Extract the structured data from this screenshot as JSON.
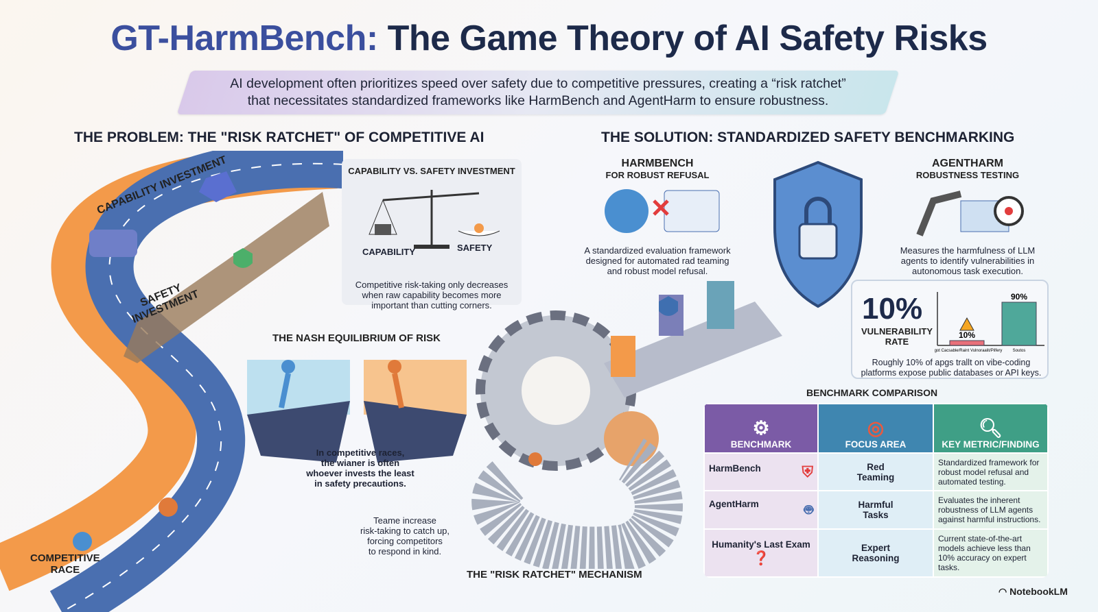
{
  "title": {
    "accent": "GT-HarmBench:",
    "rest": " The Game Theory of AI Safety Risks"
  },
  "subtitle": [
    "AI development often prioritizes speed over safety due to competitive pressures, creating a “risk ratchet”",
    "that necessitates standardized frameworks like HarmBench and AgentHarm to ensure robustness."
  ],
  "problem": {
    "heading": "THE PROBLEM: THE \"RISK RATCHET\" OF COMPETITIVE AI",
    "road_labels": {
      "capability": "CAPABILITY INVESTMENT",
      "safety": "SAFETY INVESTMENT",
      "race": [
        "COMPETITIVE",
        "RACE"
      ]
    },
    "balance_card": {
      "title": "CAPABILITY VS. SAFETY INVESTMENT",
      "left": "CAPABILITY",
      "right": "SAFETY",
      "text": [
        "Competitive risk-taking only decreases",
        "when raw capability becomes more",
        "important than cutting corners."
      ]
    },
    "nash": {
      "title": "THE NASH EQUILIBRIUM OF RISK",
      "text": [
        "In competitive races,",
        "the wianer is often",
        "whoever invests the least",
        "in safety precautions."
      ]
    },
    "ratchet_text": [
      "Teame increase",
      "risk-taking to catch up,",
      "forcing competitors",
      "to respond in kind."
    ],
    "ratchet_label": "THE \"RISK RATCHET\" MECHANISM"
  },
  "solution": {
    "heading": "THE SOLUTION: STANDARDIZED SAFETY BENCHMARKING",
    "harmbench": {
      "title": "HARMBENCH",
      "subtitle": "FOR ROBUST REFUSAL",
      "text": [
        "A standardized evaluation framework",
        "designed for automated rad teaming",
        "and robust model refusal."
      ]
    },
    "agentharm": {
      "title": "AGENTHARM",
      "subtitle": "ROBUSTNESS TESTING",
      "text": [
        "Measures the harmfulness of LLM",
        "agents to identify vulnerabilities in",
        "autonomous task execution."
      ]
    },
    "stat": {
      "value": "10%",
      "label": [
        "VULNERABILITY",
        "RATE"
      ],
      "text": [
        "Roughly 10% of apgs trallt on vibe-coding",
        "platforms expose public databases or API keys."
      ]
    }
  },
  "chart_data": {
    "type": "bar",
    "categories": [
      "Agot Cacsable/Raint Vulnoraalit/Pilfery",
      "Soutos"
    ],
    "values": [
      10,
      90
    ],
    "data_labels": [
      "10%",
      "90%"
    ],
    "colors": [
      "#e8707a",
      "#4fa89a"
    ],
    "ylim": [
      0,
      100
    ]
  },
  "comparison": {
    "title": "BENCHMARK COMPARISON",
    "headers": [
      "BENCHMARK",
      "FOCUS AREA",
      "KEY METRIC/FINDING"
    ],
    "header_colors": [
      "#7b5ba6",
      "#3f86b0",
      "#3f9f86"
    ],
    "rows": [
      {
        "benchmark": "HarmBench",
        "focus": [
          "Red",
          "Teaming"
        ],
        "finding": "Standardized framework for robust model refusal and automated testing."
      },
      {
        "benchmark": "AgentHarm",
        "focus": [
          "Harmful",
          "Tasks"
        ],
        "finding": "Evaluates the inherent robustness of LLM agents against harmful instructions."
      },
      {
        "benchmark": "Humanity's Last Exam",
        "focus": [
          "Expert",
          "Reasoning"
        ],
        "finding": "Current state-of-the-art models achieve less than 10% accuracy on expert tasks."
      }
    ]
  },
  "brand": "NotebookLM",
  "colors": {
    "orange": "#f39a4a",
    "blue": "#4a6fb0",
    "navy": "#1d2a4a"
  }
}
